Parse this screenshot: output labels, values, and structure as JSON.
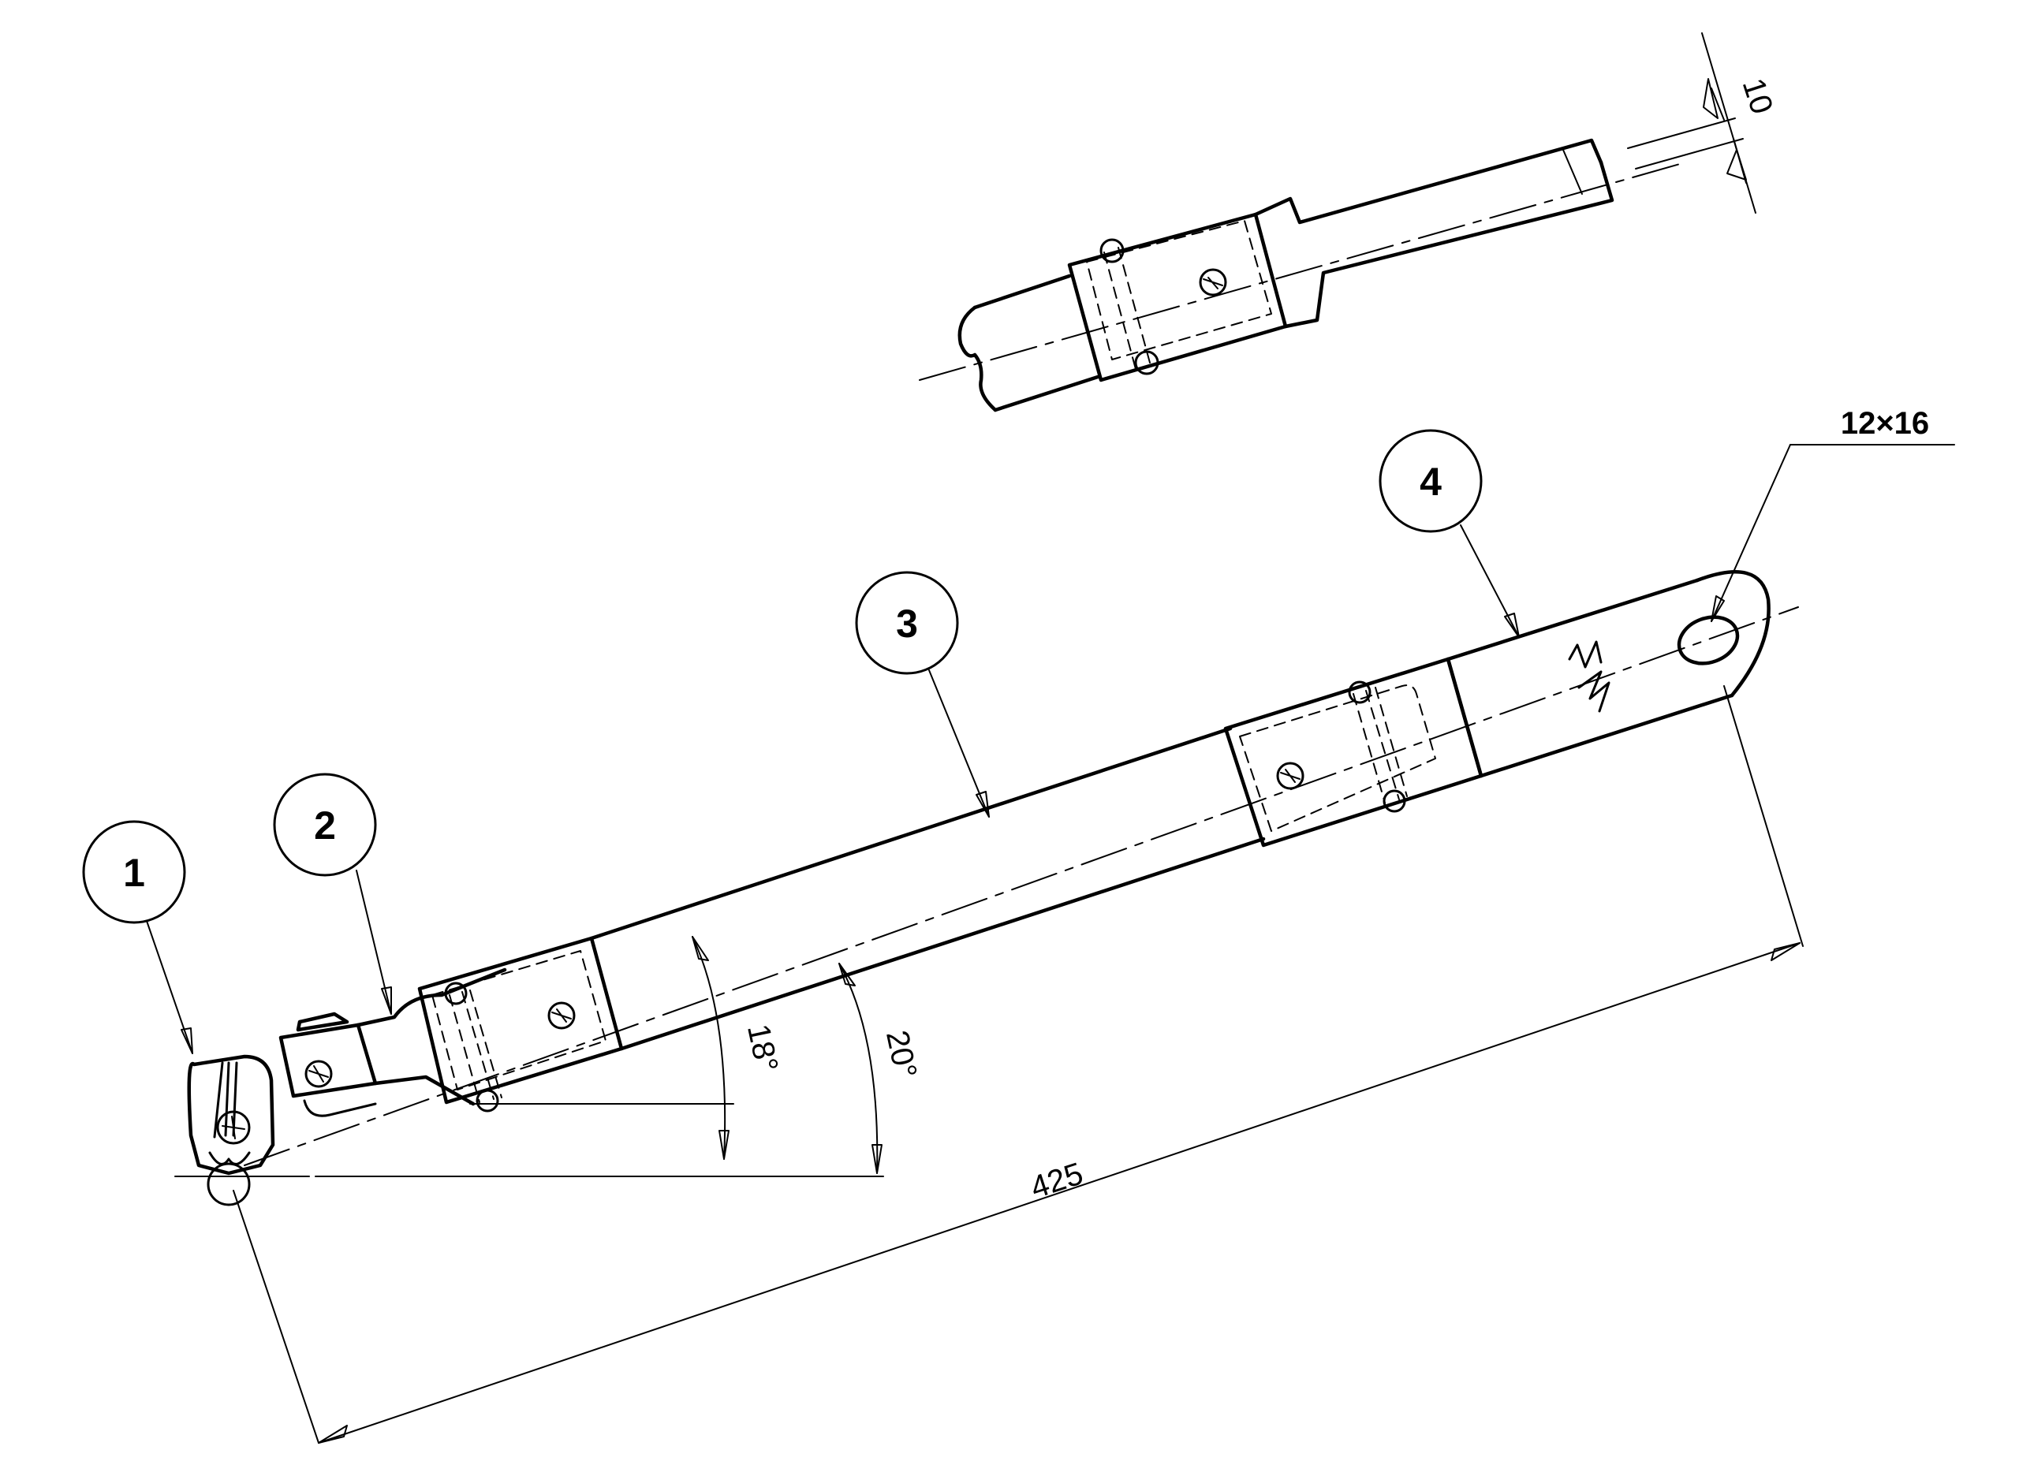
{
  "balloons": [
    {
      "id": "1",
      "label": "1"
    },
    {
      "id": "2",
      "label": "2"
    },
    {
      "id": "3",
      "label": "3"
    },
    {
      "id": "4",
      "label": "4"
    }
  ],
  "dimensions": {
    "length": "425",
    "width": "10",
    "slot": "12×16",
    "angle_inner": "18°",
    "angle_outer": "20°"
  }
}
